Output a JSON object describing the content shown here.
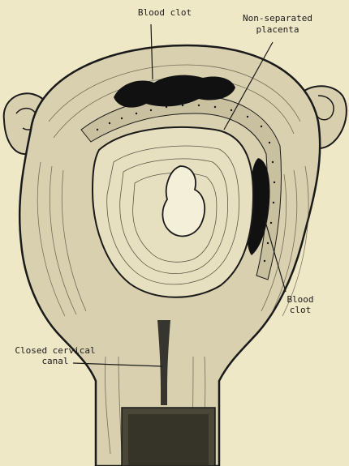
{
  "figure": {
    "labels": {
      "blood_clot_top": "Blood clot",
      "non_separated_placenta_line1": "Non-separated",
      "non_separated_placenta_line2": "placenta",
      "blood_clot_right_line1": "Blood",
      "blood_clot_right_line2": "clot",
      "closed_cervical_canal_line1": "Closed cervical",
      "closed_cervical_canal_line2": "canal"
    },
    "colors": {
      "paper": "#efe8c7",
      "ink": "#1a1a1a",
      "tissue": "#d7cfae"
    }
  }
}
